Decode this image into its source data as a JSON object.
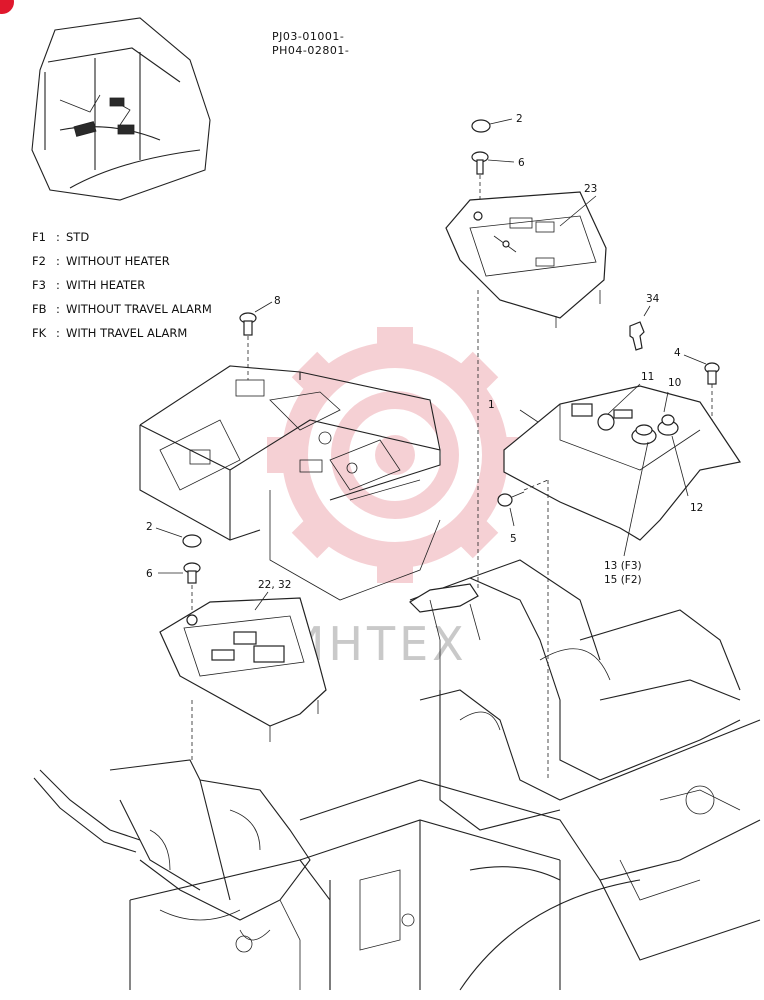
{
  "header": {
    "serial_line_1": "PJ03-01001-",
    "serial_line_2": "PH04-02801-"
  },
  "legend": [
    {
      "code": "F1",
      "sep": ":",
      "text": "STD"
    },
    {
      "code": "F2",
      "sep": ":",
      "text": "WITHOUT HEATER"
    },
    {
      "code": "F3",
      "sep": ":",
      "text": "WITH HEATER"
    },
    {
      "code": "FB",
      "sep": ":",
      "text": "WITHOUT TRAVEL ALARM"
    },
    {
      "code": "FK",
      "sep": ":",
      "text": "WITH TRAVEL ALARM"
    }
  ],
  "callouts": {
    "c1": "1",
    "c2_top": "2",
    "c2_left": "2",
    "c4": "4",
    "c5": "5",
    "c6_top": "6",
    "c6_left": "6",
    "c8": "8",
    "c10": "10",
    "c11": "11",
    "c12": "12",
    "c13": "13 (F3)",
    "c15": "15 (F2)",
    "c22": "22, 32",
    "c23": "23",
    "c34": "34"
  },
  "watermark": {
    "text": "ИНТЕХ",
    "color": "#e8a0a8"
  },
  "colors": {
    "line": "#222222",
    "accent_mark": "#e0182d"
  }
}
